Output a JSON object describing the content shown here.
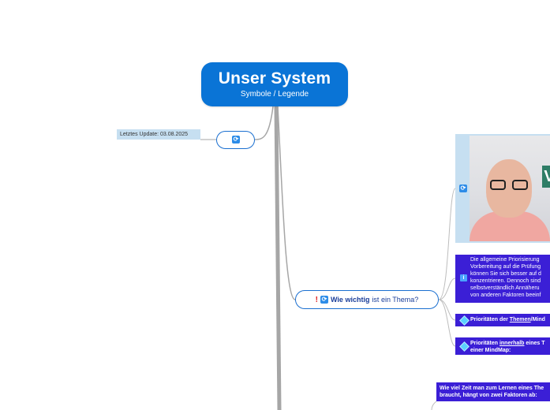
{
  "root": {
    "title": "Unser System",
    "subtitle": "Symbole / Legende"
  },
  "update_node": {
    "label": "Letztes Update: 03.08.2025",
    "icon": "refresh-icon"
  },
  "topic_node": {
    "icons": [
      "exclamation-icon",
      "refresh-icon"
    ],
    "bold_text": "Wie wichtig",
    "rest_text": " ist ein Thema?"
  },
  "image_node": {
    "icon": "refresh-icon",
    "badge_letter": "V"
  },
  "description_card": {
    "icon": "info-icon",
    "lines": [
      "Die allgemeine Priorisierung",
      "Vorbereitung auf die Prüfung",
      "können Sie sich besser auf d",
      "konzentrieren. Dennoch sind",
      "selbstverständlich Annäheru",
      "von anderen Faktoren beeinf"
    ]
  },
  "priority_cards": [
    {
      "icon": "diamond-icon",
      "pre": "Prioritäten der ",
      "link": "Themen",
      "post": "/Mind"
    },
    {
      "icon": "diamond-icon",
      "pre": "Prioritäten ",
      "link": "innerhalb",
      "post": " eines T",
      "line2": "einer MindMap:"
    }
  ],
  "time_card": {
    "lines": [
      "Wie viel Zeit man zum Lernen eines The",
      "braucht, hängt von zwei Faktoren ab:"
    ]
  },
  "colors": {
    "root_bg": "#0a74d6",
    "pill_border": "#1a6fd0",
    "card_bg": "#3b1fd6",
    "label_bg": "#c6dff1",
    "connector": "#a6a6a6"
  }
}
